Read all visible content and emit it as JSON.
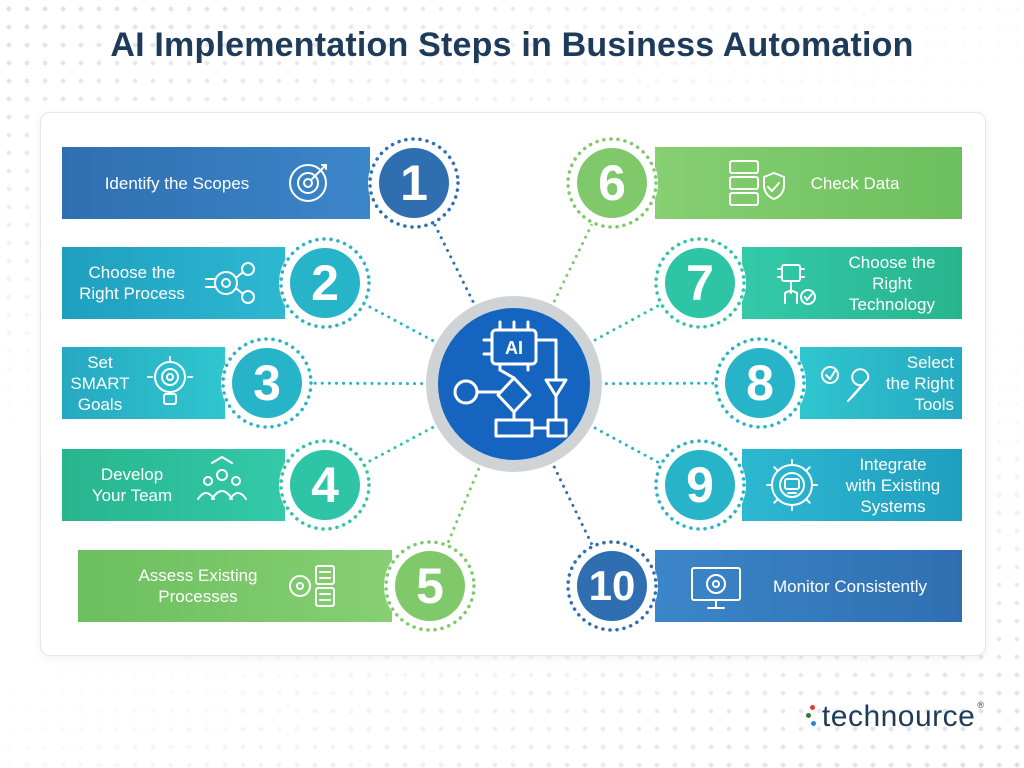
{
  "title": "AI Implementation Steps in Business Automation",
  "hub": {
    "label": "AI"
  },
  "steps": [
    {
      "number": "1",
      "label": "Identify the Scopes",
      "icon": "target-gear-icon"
    },
    {
      "number": "2",
      "label": "Choose the\nRight Process",
      "icon": "process-gear-icon"
    },
    {
      "number": "3",
      "label": "Set\nSMART\nGoals",
      "icon": "target-bulb-icon"
    },
    {
      "number": "4",
      "label": "Develop\nYour Team",
      "icon": "team-icon"
    },
    {
      "number": "5",
      "label": "Assess Existing\nProcesses",
      "icon": "clipboard-gear-icon"
    },
    {
      "number": "6",
      "label": "Check Data",
      "icon": "data-shield-icon"
    },
    {
      "number": "7",
      "label": "Choose the\nRight\nTechnology",
      "icon": "touch-chip-icon"
    },
    {
      "number": "8",
      "label": "Select\nthe Right\nTools",
      "icon": "wrench-check-icon"
    },
    {
      "number": "9",
      "label": "Integrate\nwith Existing\nSystems",
      "icon": "gear-integration-icon"
    },
    {
      "number": "10",
      "label": "Monitor Consistently",
      "icon": "monitor-icon"
    }
  ],
  "colors": {
    "title": "#1f3b5a",
    "dark_blue": "#2f6fb1",
    "teal": "#27b4c8",
    "mint": "#2ec4a6",
    "green": "#7fc96b",
    "hub_blue": "#1565c0",
    "hub_ring": "#d0d3d6"
  },
  "logo": {
    "text": "technource",
    "registered": "®"
  }
}
